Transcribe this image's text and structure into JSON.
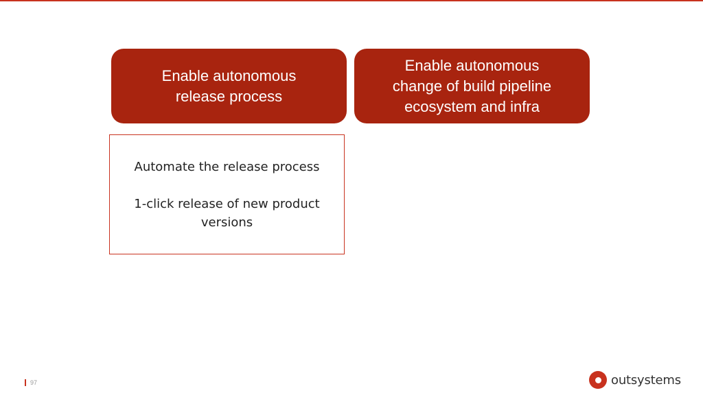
{
  "slide": {
    "card_left": "Enable autonomous\nrelease process",
    "card_right": "Enable autonomous\nchange of build pipeline\necosystem and infra",
    "detail_line1": "Automate the release process",
    "detail_line2": "1-click release of new product versions",
    "page_number": "97",
    "brand_name": "outsystems"
  },
  "colors": {
    "accent": "#c8321e",
    "card_fill": "#a8240f"
  },
  "icons": {
    "brand": "outsystems-logo-icon"
  }
}
